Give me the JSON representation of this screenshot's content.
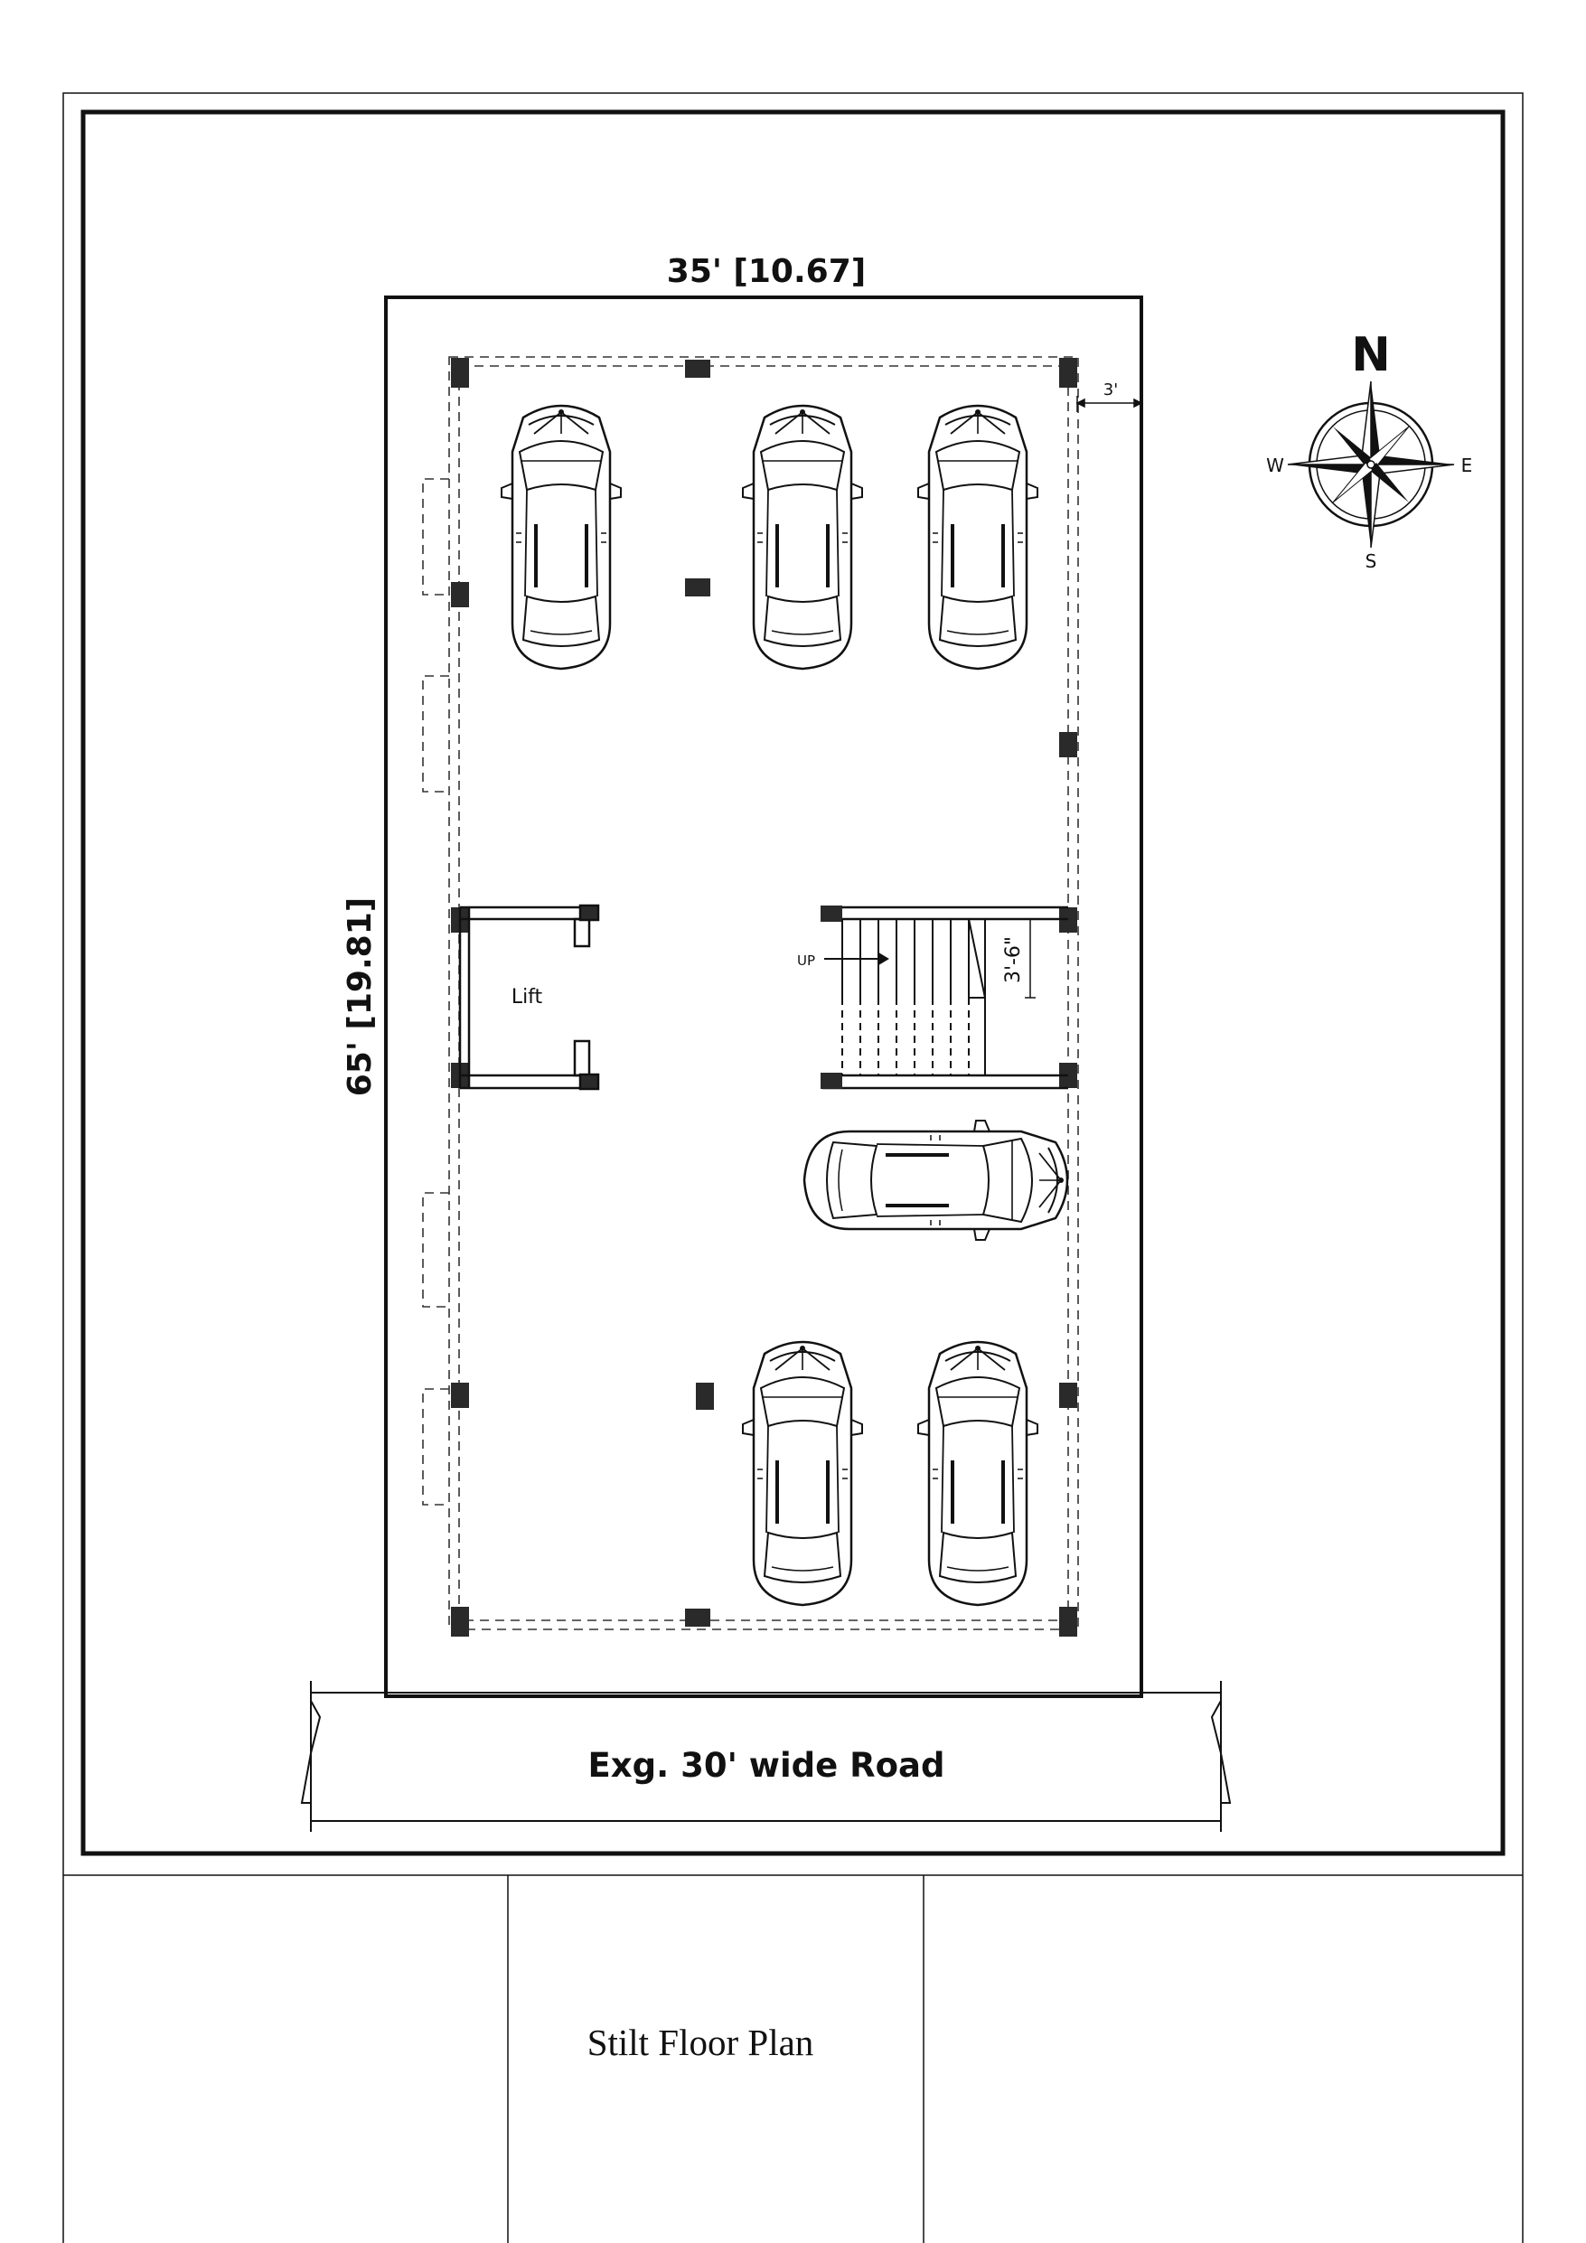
{
  "plan": {
    "width_label": "35' [10.67]",
    "depth_label": "65' [19.81]",
    "setback_label": "3'",
    "stair_width_label": "3'-6\"",
    "stair_up_label": "UP",
    "lift_label": "Lift",
    "road_label": "Exg. 30' wide Road"
  },
  "compass": {
    "north": "N",
    "south": "S",
    "east": "E",
    "west": "W"
  },
  "title_block": {
    "title": "Stilt Floor Plan"
  },
  "cars": [
    {
      "id": "car-1",
      "orientation": "up"
    },
    {
      "id": "car-2",
      "orientation": "up"
    },
    {
      "id": "car-3",
      "orientation": "up"
    },
    {
      "id": "car-4",
      "orientation": "right"
    },
    {
      "id": "car-5",
      "orientation": "up"
    },
    {
      "id": "car-6",
      "orientation": "up"
    }
  ],
  "colors": {
    "line": "#111111",
    "column": "#2a2a2a",
    "paper": "#ffffff"
  }
}
